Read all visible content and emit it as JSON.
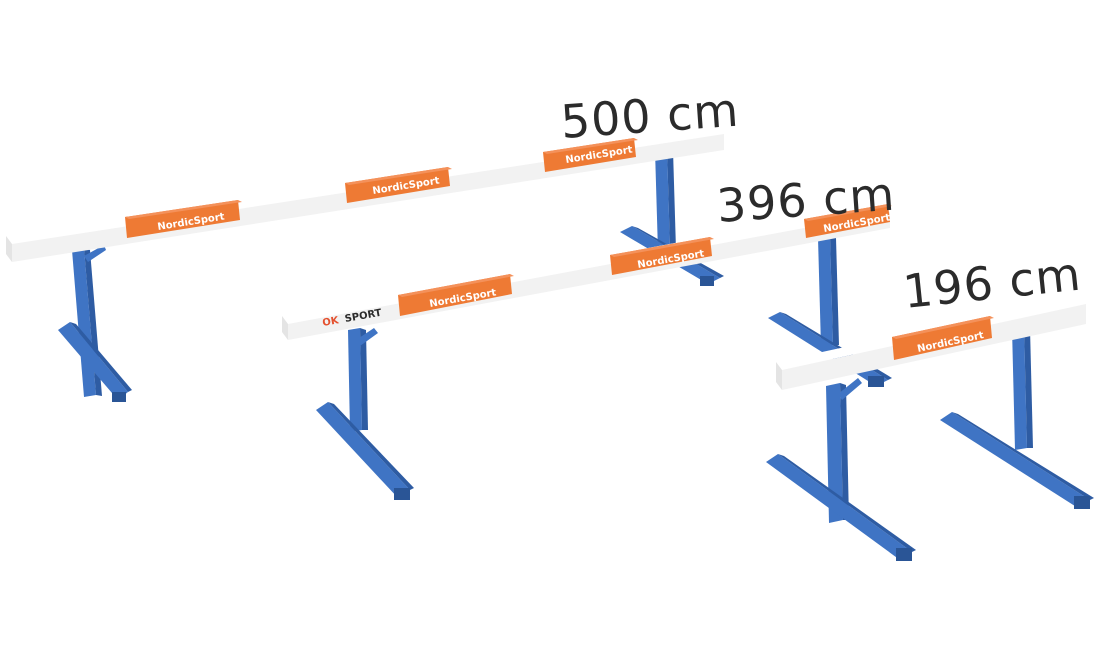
{
  "labels": {
    "beam_500": "500 cm",
    "beam_396": "396 cm",
    "beam_196": "196 cm"
  },
  "branding": {
    "logo_text": "NordicSport",
    "ok_text": "OK",
    "sport_text": "SPORT"
  },
  "colors": {
    "beam_white": "#f4f4f4",
    "beam_shade": "#dcdcdc",
    "stripe_orange": "#ee7a34",
    "stripe_orange_dark": "#c9612a",
    "leg_blue": "#3f74c4",
    "leg_blue_dark": "#2e5ca3",
    "ok_red": "#e4502e",
    "text_dark": "#2b2b2b"
  }
}
